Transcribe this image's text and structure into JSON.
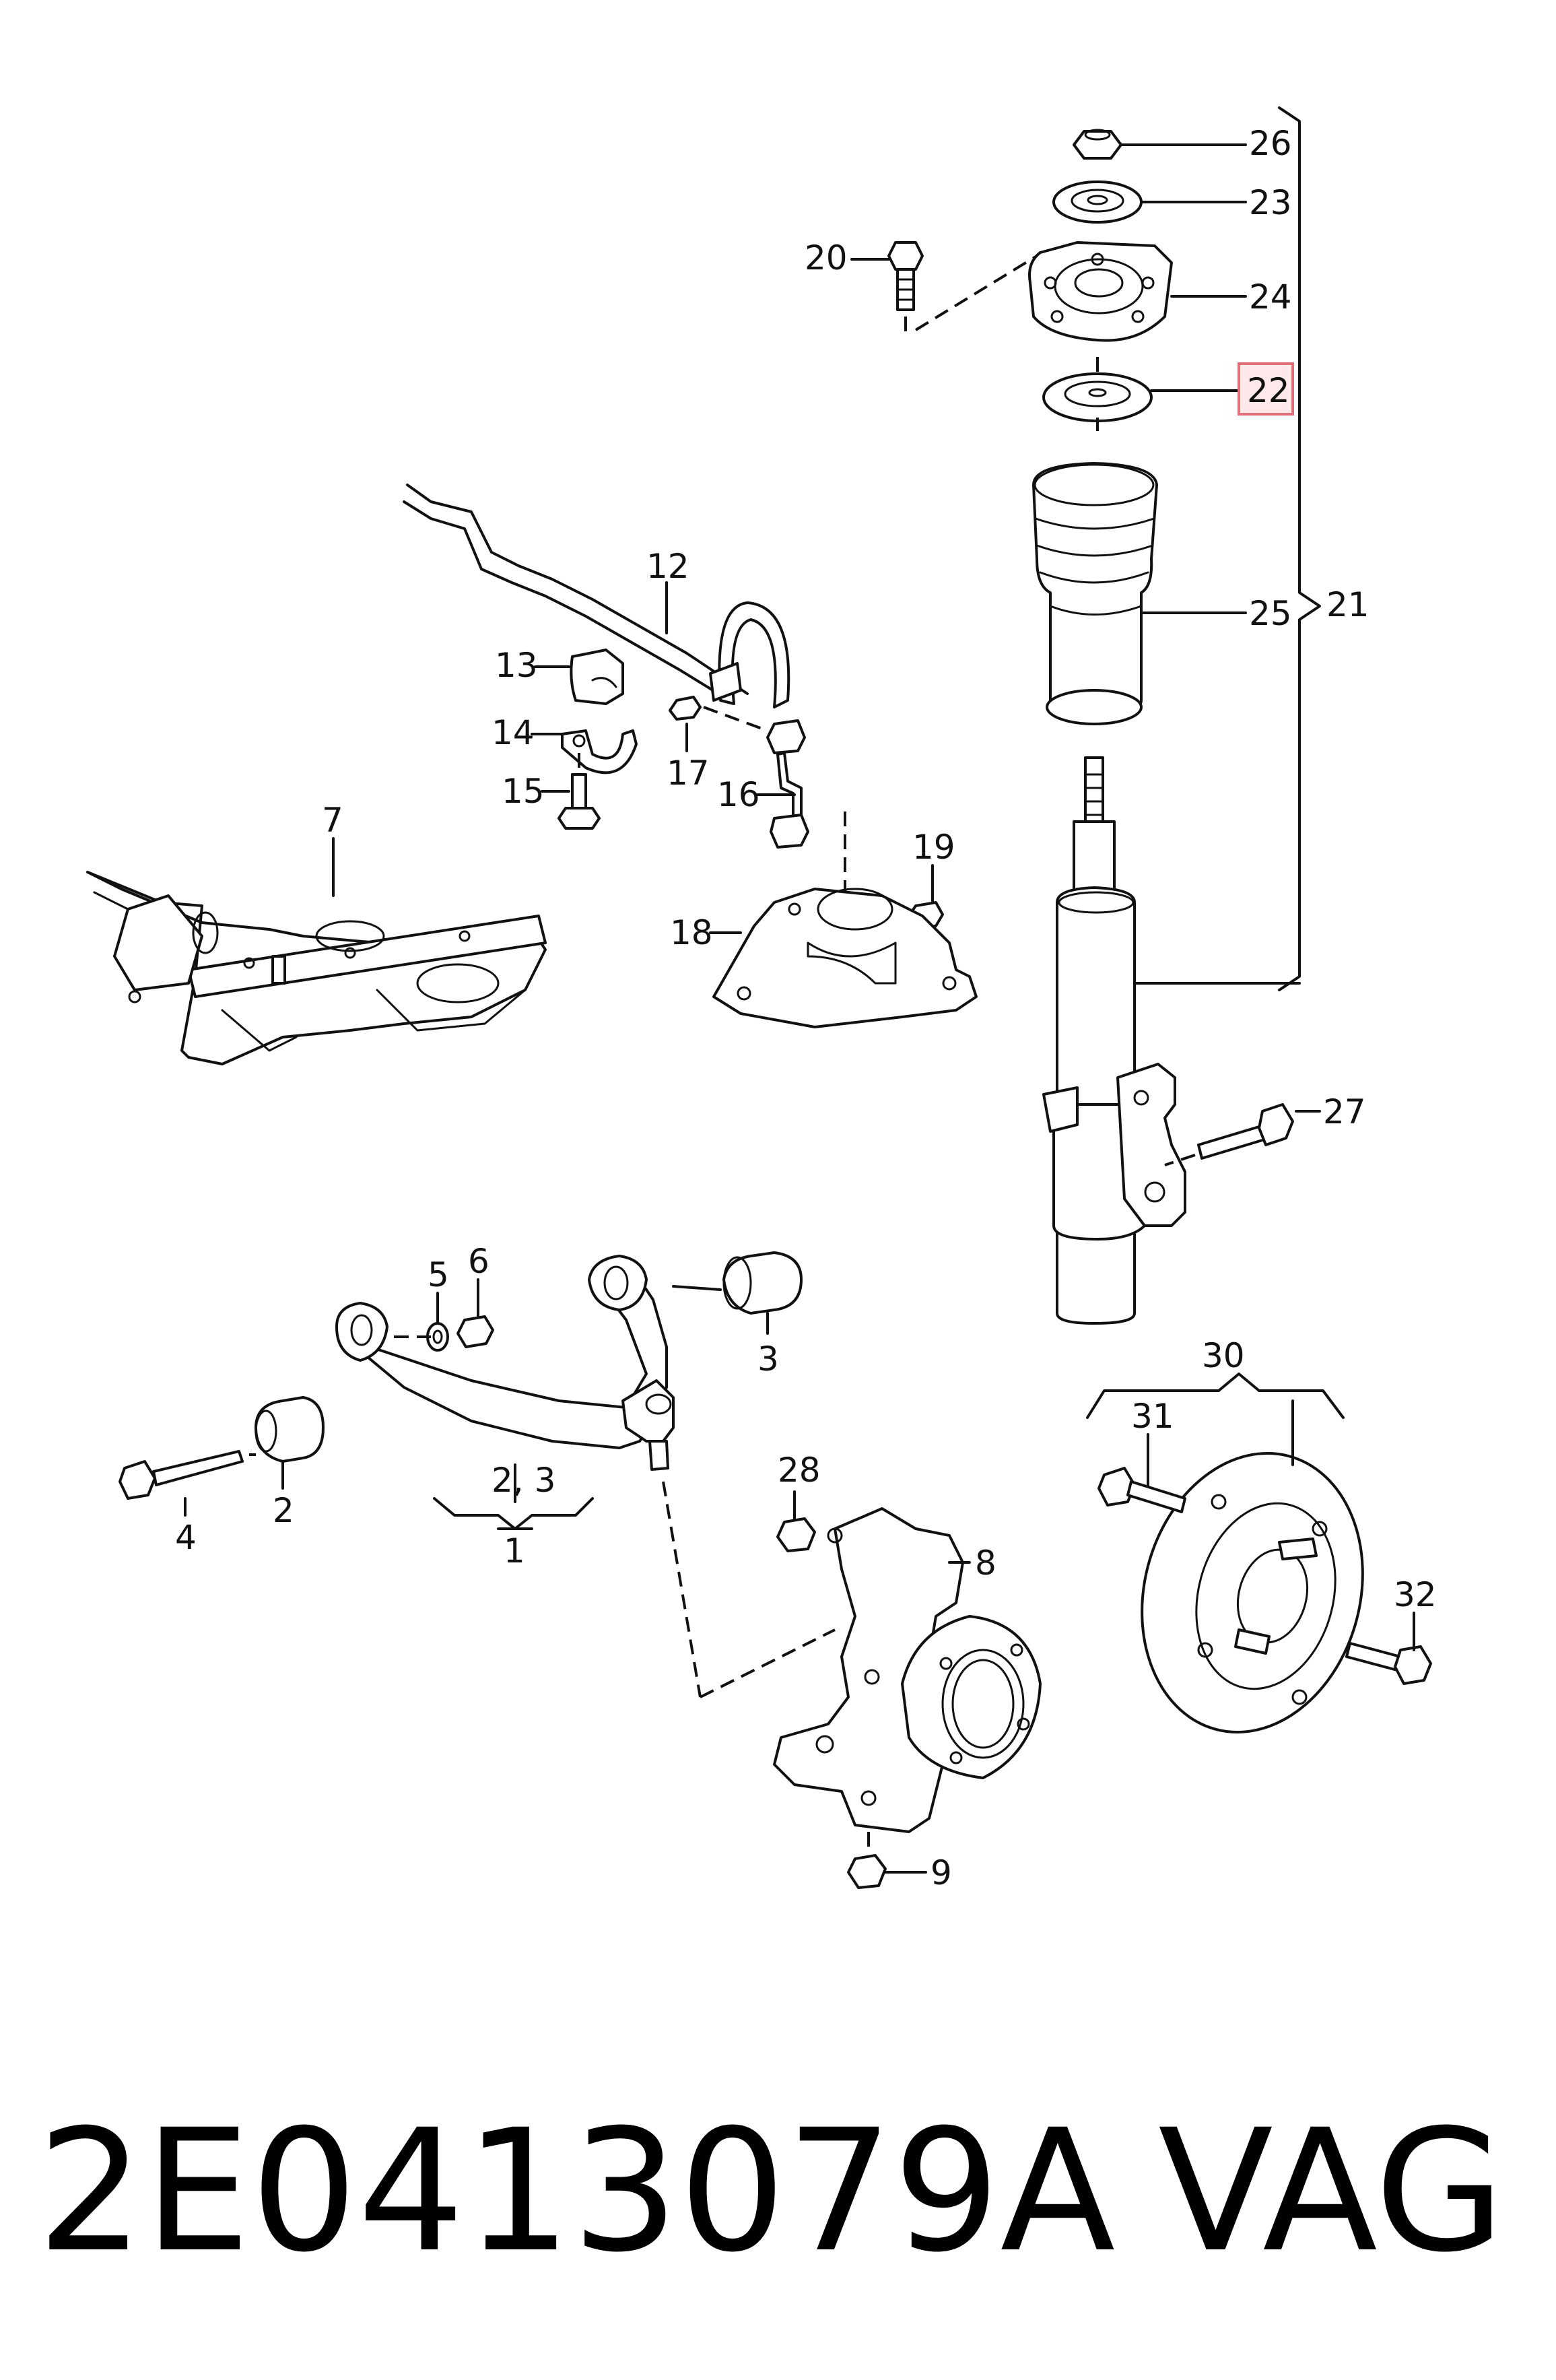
{
  "labels": {
    "l1": "1",
    "l2": "2",
    "l23": "2,  3",
    "l3": "3",
    "l4": "4",
    "l5": "5",
    "l6": "6",
    "l7": "7",
    "l8": "8",
    "l9": "9",
    "l12": "12",
    "l13": "13",
    "l14": "14",
    "l15": "15",
    "l16": "16",
    "l17": "17",
    "l18": "18",
    "l19": "19",
    "l20": "20",
    "l21": "21",
    "l22": "22",
    "l23b": "23",
    "l24": "24",
    "l25": "25",
    "l26": "26",
    "l27": "27",
    "l28": "28",
    "l30": "30",
    "l31": "31",
    "l32": "32"
  },
  "highlight": {
    "label": "22",
    "color": "#fde8ea",
    "border": "#e0707a"
  },
  "footer": {
    "part_number": "2E0413079A",
    "brand": "VAG"
  }
}
